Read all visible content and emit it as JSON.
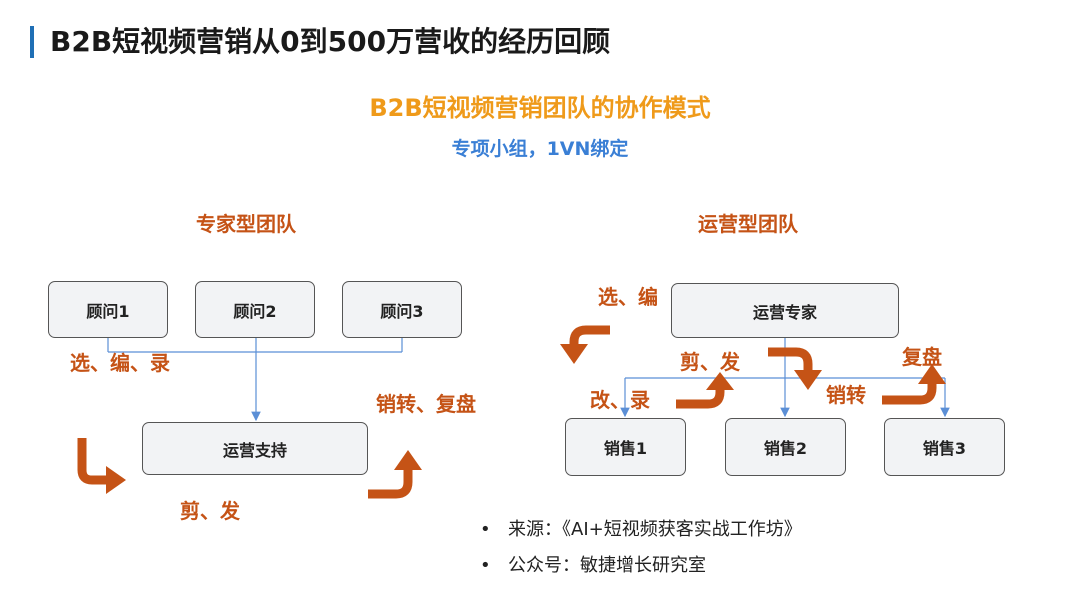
{
  "page_title": "B2B短视频营销从0到500万营收的经历回顾",
  "subtitle": "B2B短视频营销团队的协作模式",
  "subsubtitle": "专项小组，1VN绑定",
  "left_team": {
    "title": "专家型团队",
    "consultants": [
      "顾问1",
      "顾问2",
      "顾问3"
    ],
    "support": "运营支持",
    "action_select": "选、编、录",
    "action_sell": "销转、复盘",
    "action_cut": "剪、发"
  },
  "right_team": {
    "title": "运营型团队",
    "expert": "运营专家",
    "sales": [
      "销售1",
      "销售2",
      "销售3"
    ],
    "action_select": "选、编",
    "action_cut": "剪、发",
    "action_edit": "改、录",
    "action_sell": "销转",
    "action_review": "复盘"
  },
  "notes": [
    {
      "bullet": "•",
      "text": "来源：《AI+短视频获客实战工作坊》"
    },
    {
      "bullet": "•",
      "text": "公众号：敏捷增长研究室"
    }
  ],
  "colors": {
    "accent_orange": "#c55316",
    "title_orange": "#ef9a1a",
    "blue": "#3a7fd5",
    "connector": "#5b8fd6"
  }
}
